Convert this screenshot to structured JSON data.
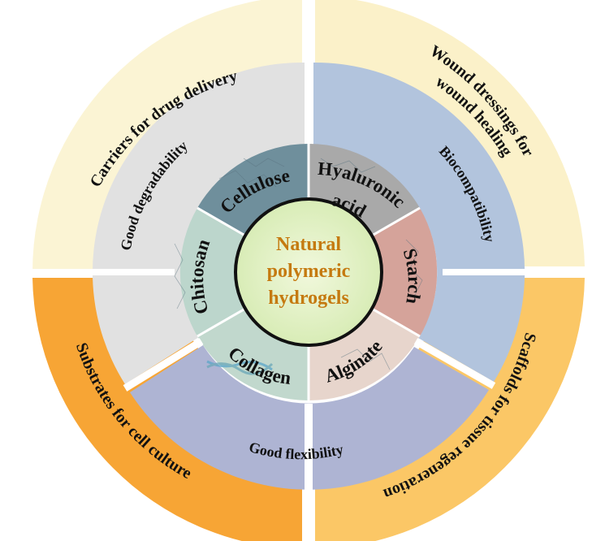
{
  "center": {
    "lines": [
      "Natural",
      "polymeric",
      "hydrogels"
    ]
  },
  "polymers": [
    {
      "label": "Cellulose"
    },
    {
      "label_line1": "Hyaluronic",
      "label_line2": "acid"
    },
    {
      "label": "Starch"
    },
    {
      "label": "Alginate"
    },
    {
      "label": "Collagen"
    },
    {
      "label": "Chitosan"
    }
  ],
  "properties": [
    {
      "label": "Good degradability"
    },
    {
      "label": "Biocompatibility"
    },
    {
      "label": "Good flexibility"
    }
  ],
  "applications": [
    {
      "label": "Carriers for drug delivery"
    },
    {
      "label_line1": "Wound dressings for",
      "label_line2": "wound healing"
    },
    {
      "label": "Scaffolds for tissue regeneration"
    },
    {
      "label": "Substrates for cell culture"
    }
  ]
}
